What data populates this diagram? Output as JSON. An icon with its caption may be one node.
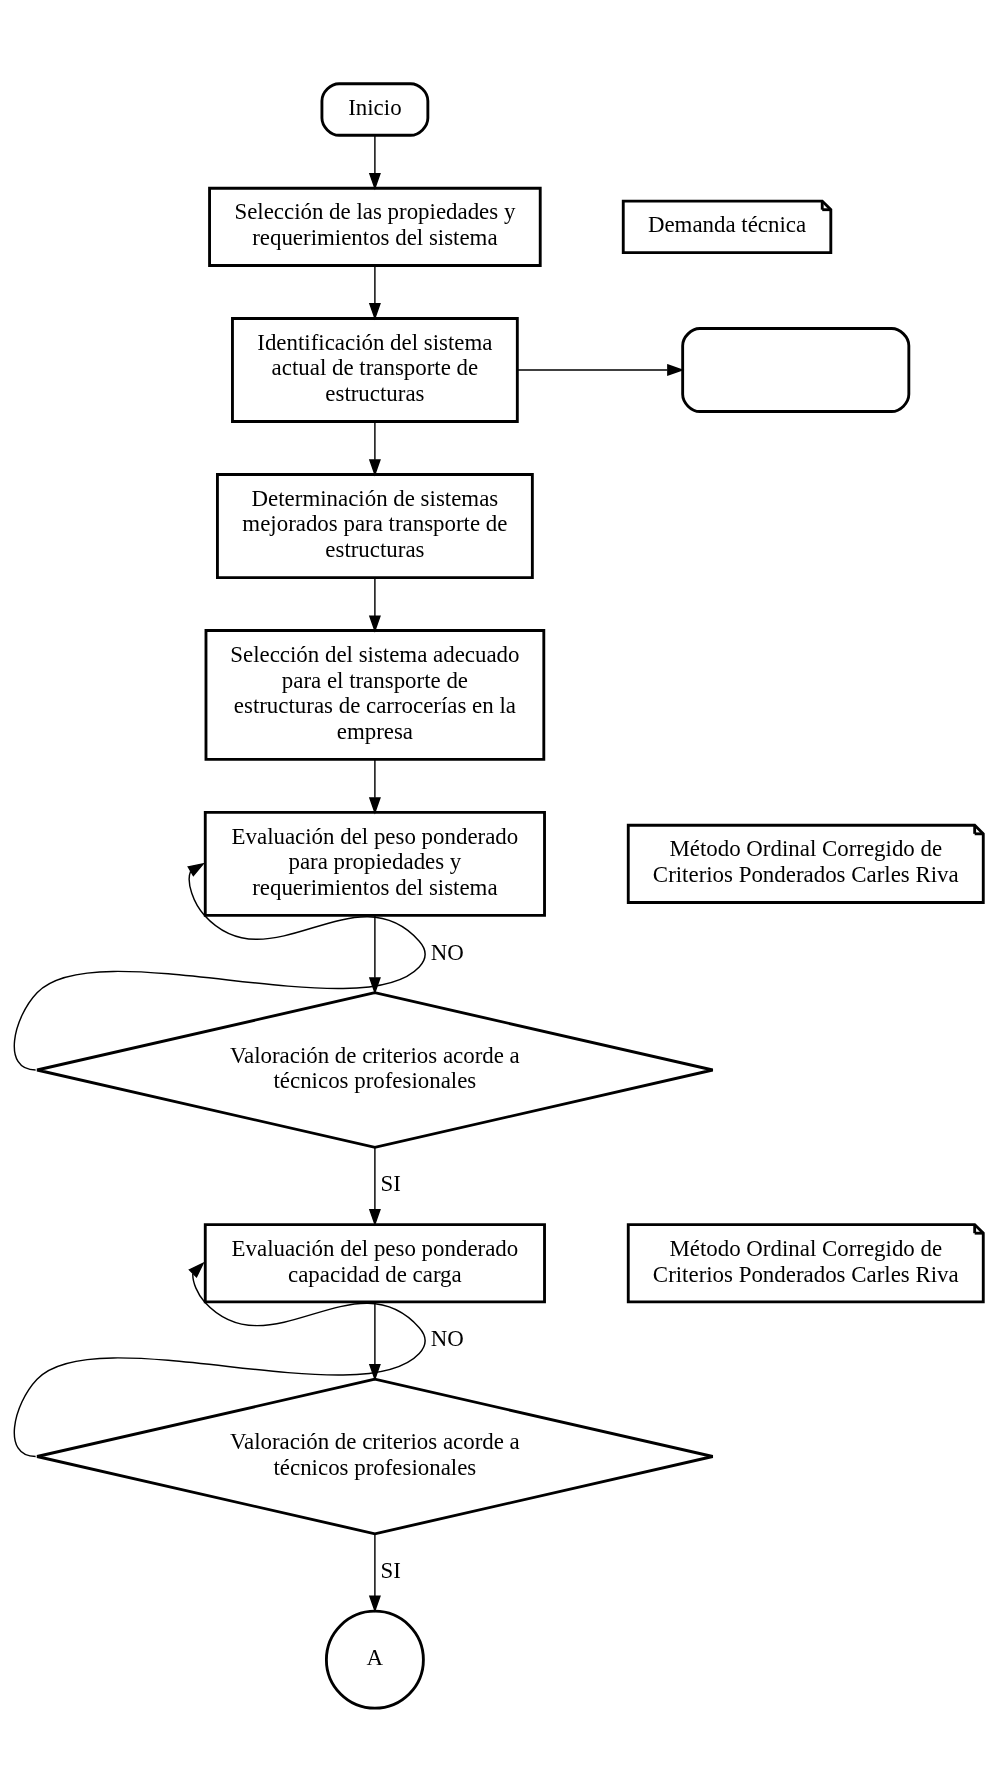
{
  "diagram": {
    "nodes": [
      {
        "text": [
          "Inicio"
        ]
      },
      {
        "text": [
          "Selección de las propiedades y requerimientos del sistema"
        ]
      },
      {
        "text": [
          "Demanda técnica"
        ]
      },
      {
        "text": [
          "Identificación del sistema actual de transporte de estructuras"
        ]
      },
      {
        "text": [],
        "shape": "box"
      },
      {
        "text": [
          "Determinación de sistemas mejorados para transporte de estructuras"
        ]
      },
      {
        "text": [
          "Selección del sistema adecuado para el transporte de estructuras de carrocerías en la empresa"
        ]
      },
      {
        "text": [
          "Evaluación del peso ponderado para propiedades y requerimientos del sistema"
        ]
      },
      {
        "text": [
          "Método Ordinal Corregido de Criterios Ponderados Carles Riva"
        ]
      },
      {
        "text": [
          "Valoración de criterios acorde a técnicos profesionales"
        ]
      },
      {
        "text": [
          "Evaluación del peso ponderado capacidad de carga"
        ]
      },
      {
        "text": [
          "Método Ordinal Corregido de Criterios Ponderados Carles Riva"
        ]
      },
      {
        "text": [
          "Valoración de criterios acorde a técnicos profesionales"
        ]
      },
      {
        "text": [
          "A"
        ]
      }
    ],
    "edges": [
      {
        "from": 0,
        "to": 1,
        "arrow": "to"
      },
      {
        "from": 1,
        "to": 3,
        "arrow": "to"
      },
      {
        "from": 3,
        "to": 4,
        "arrow": "to"
      },
      {
        "from": 3,
        "to": 5,
        "arrow": "to"
      },
      {
        "from": 5,
        "to": 6,
        "arrow": "to"
      },
      {
        "from": 6,
        "to": 7,
        "arrow": "to"
      },
      {
        "from": 7,
        "to": 9,
        "arrow": "to"
      },
      {
        "from": 9,
        "to": 7,
        "arrow": "to",
        "label": "NO"
      },
      {
        "from": 9,
        "to": 10,
        "arrow": "to",
        "label": "SI"
      },
      {
        "from": 10,
        "to": 12,
        "arrow": "to"
      },
      {
        "from": 12,
        "to": 10,
        "arrow": "to",
        "label": "NO"
      },
      {
        "from": 12,
        "to": 13,
        "arrow": "to",
        "label": "SI"
      }
    ]
  }
}
